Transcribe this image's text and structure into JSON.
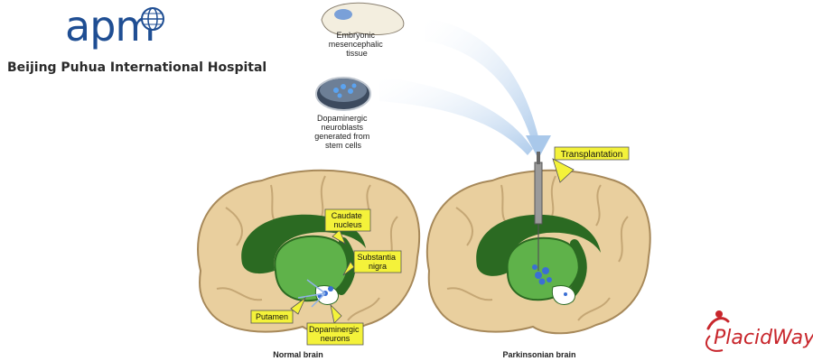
{
  "header": {
    "logo_text": "apm",
    "hospital_name": "Beijing Puhua International Hospital"
  },
  "diagram": {
    "source_1": {
      "text_lines": [
        "Embryonic",
        "mesencephalic",
        "tissue"
      ]
    },
    "source_2": {
      "text_lines": [
        "Dopaminergic",
        "neuroblasts",
        "generated from",
        "stem cells"
      ]
    },
    "transplant_label": "Transplantation",
    "normal_brain": {
      "caption": "Normal brain",
      "labels": {
        "caudate": [
          "Caudate",
          "nucleus"
        ],
        "substantia": [
          "Substantia",
          "nigra"
        ],
        "putamen": [
          "Putamen"
        ],
        "dopaminergic": [
          "Dopaminergic",
          "neurons"
        ]
      }
    },
    "parkinsonian_brain": {
      "caption": "Parkinsonian brain"
    }
  },
  "watermark": {
    "brand_text": "PlacidWay"
  },
  "colors": {
    "brain_fill": "#e9cf9e",
    "brain_stroke": "#a7895a",
    "green_dark": "#2b6a22",
    "green_light": "#5fb24a",
    "label_yellow": "#f4f23a",
    "arrow_blue": "#b9d4ef",
    "apm_blue": "#1f4e93",
    "placidway_red": "#c8262c"
  }
}
